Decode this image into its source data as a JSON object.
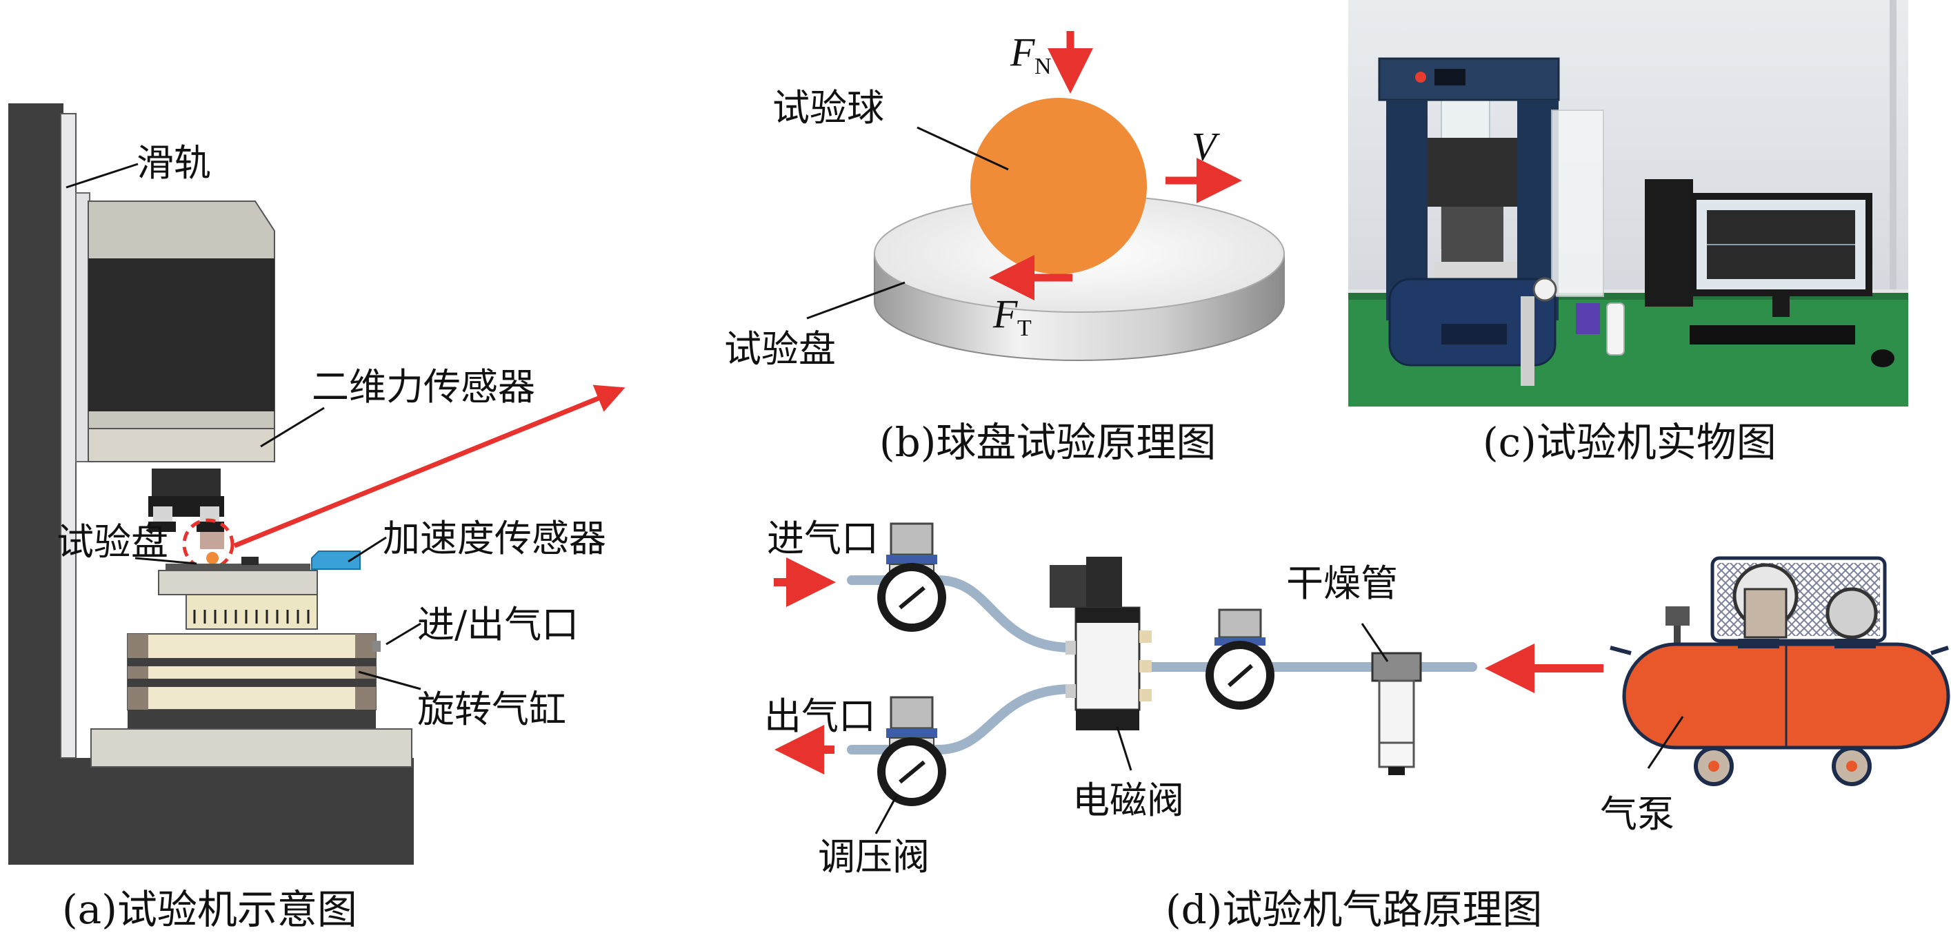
{
  "panel_a": {
    "caption": "(a)试验机示意图",
    "labels": {
      "rail": "滑轨",
      "force_sensor": "二维力传感器",
      "test_disc": "试验盘",
      "accel_sensor": "加速度传感器",
      "air_port": "进/出气口",
      "rotary_cylinder": "旋转气缸"
    }
  },
  "panel_b": {
    "caption": "(b)球盘试验原理图",
    "labels": {
      "ball": "试验球",
      "disc": "试验盘",
      "fn_main": "F",
      "fn_sub": "N",
      "ft_main": "F",
      "ft_sub": "T",
      "velocity": "V"
    }
  },
  "panel_c": {
    "caption": "(c)试验机实物图"
  },
  "panel_d": {
    "caption": "(d)试验机气路原理图",
    "labels": {
      "inlet": "进气口",
      "outlet": "出气口",
      "pressure_regulator": "调压阀",
      "solenoid_valve": "电磁阀",
      "dryer": "干燥管",
      "air_pump": "气泵"
    }
  },
  "colors": {
    "arrow_red": "#e8322e",
    "ball_orange": "#f08c38",
    "pump_orange": "#e8582a",
    "frame_dark": "#3e3e3e",
    "hose_blue": "#9fb3c8",
    "lab_green": "#2e8f4a"
  }
}
